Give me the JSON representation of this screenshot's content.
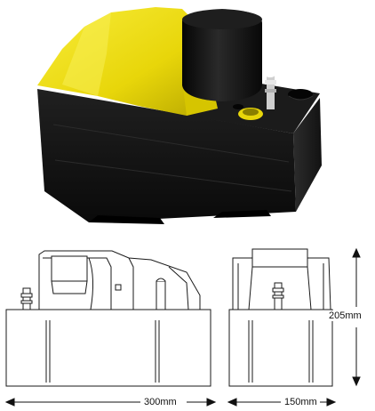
{
  "product": {
    "name": "condensate-pump",
    "colors": {
      "body": "#161616",
      "cover": "#f4e40e",
      "motor": "#0c0c0c",
      "outline": "#1a1a1a"
    }
  },
  "dimensions": {
    "width_label": "300mm",
    "depth_label": "150mm",
    "height_label": "205mm"
  }
}
